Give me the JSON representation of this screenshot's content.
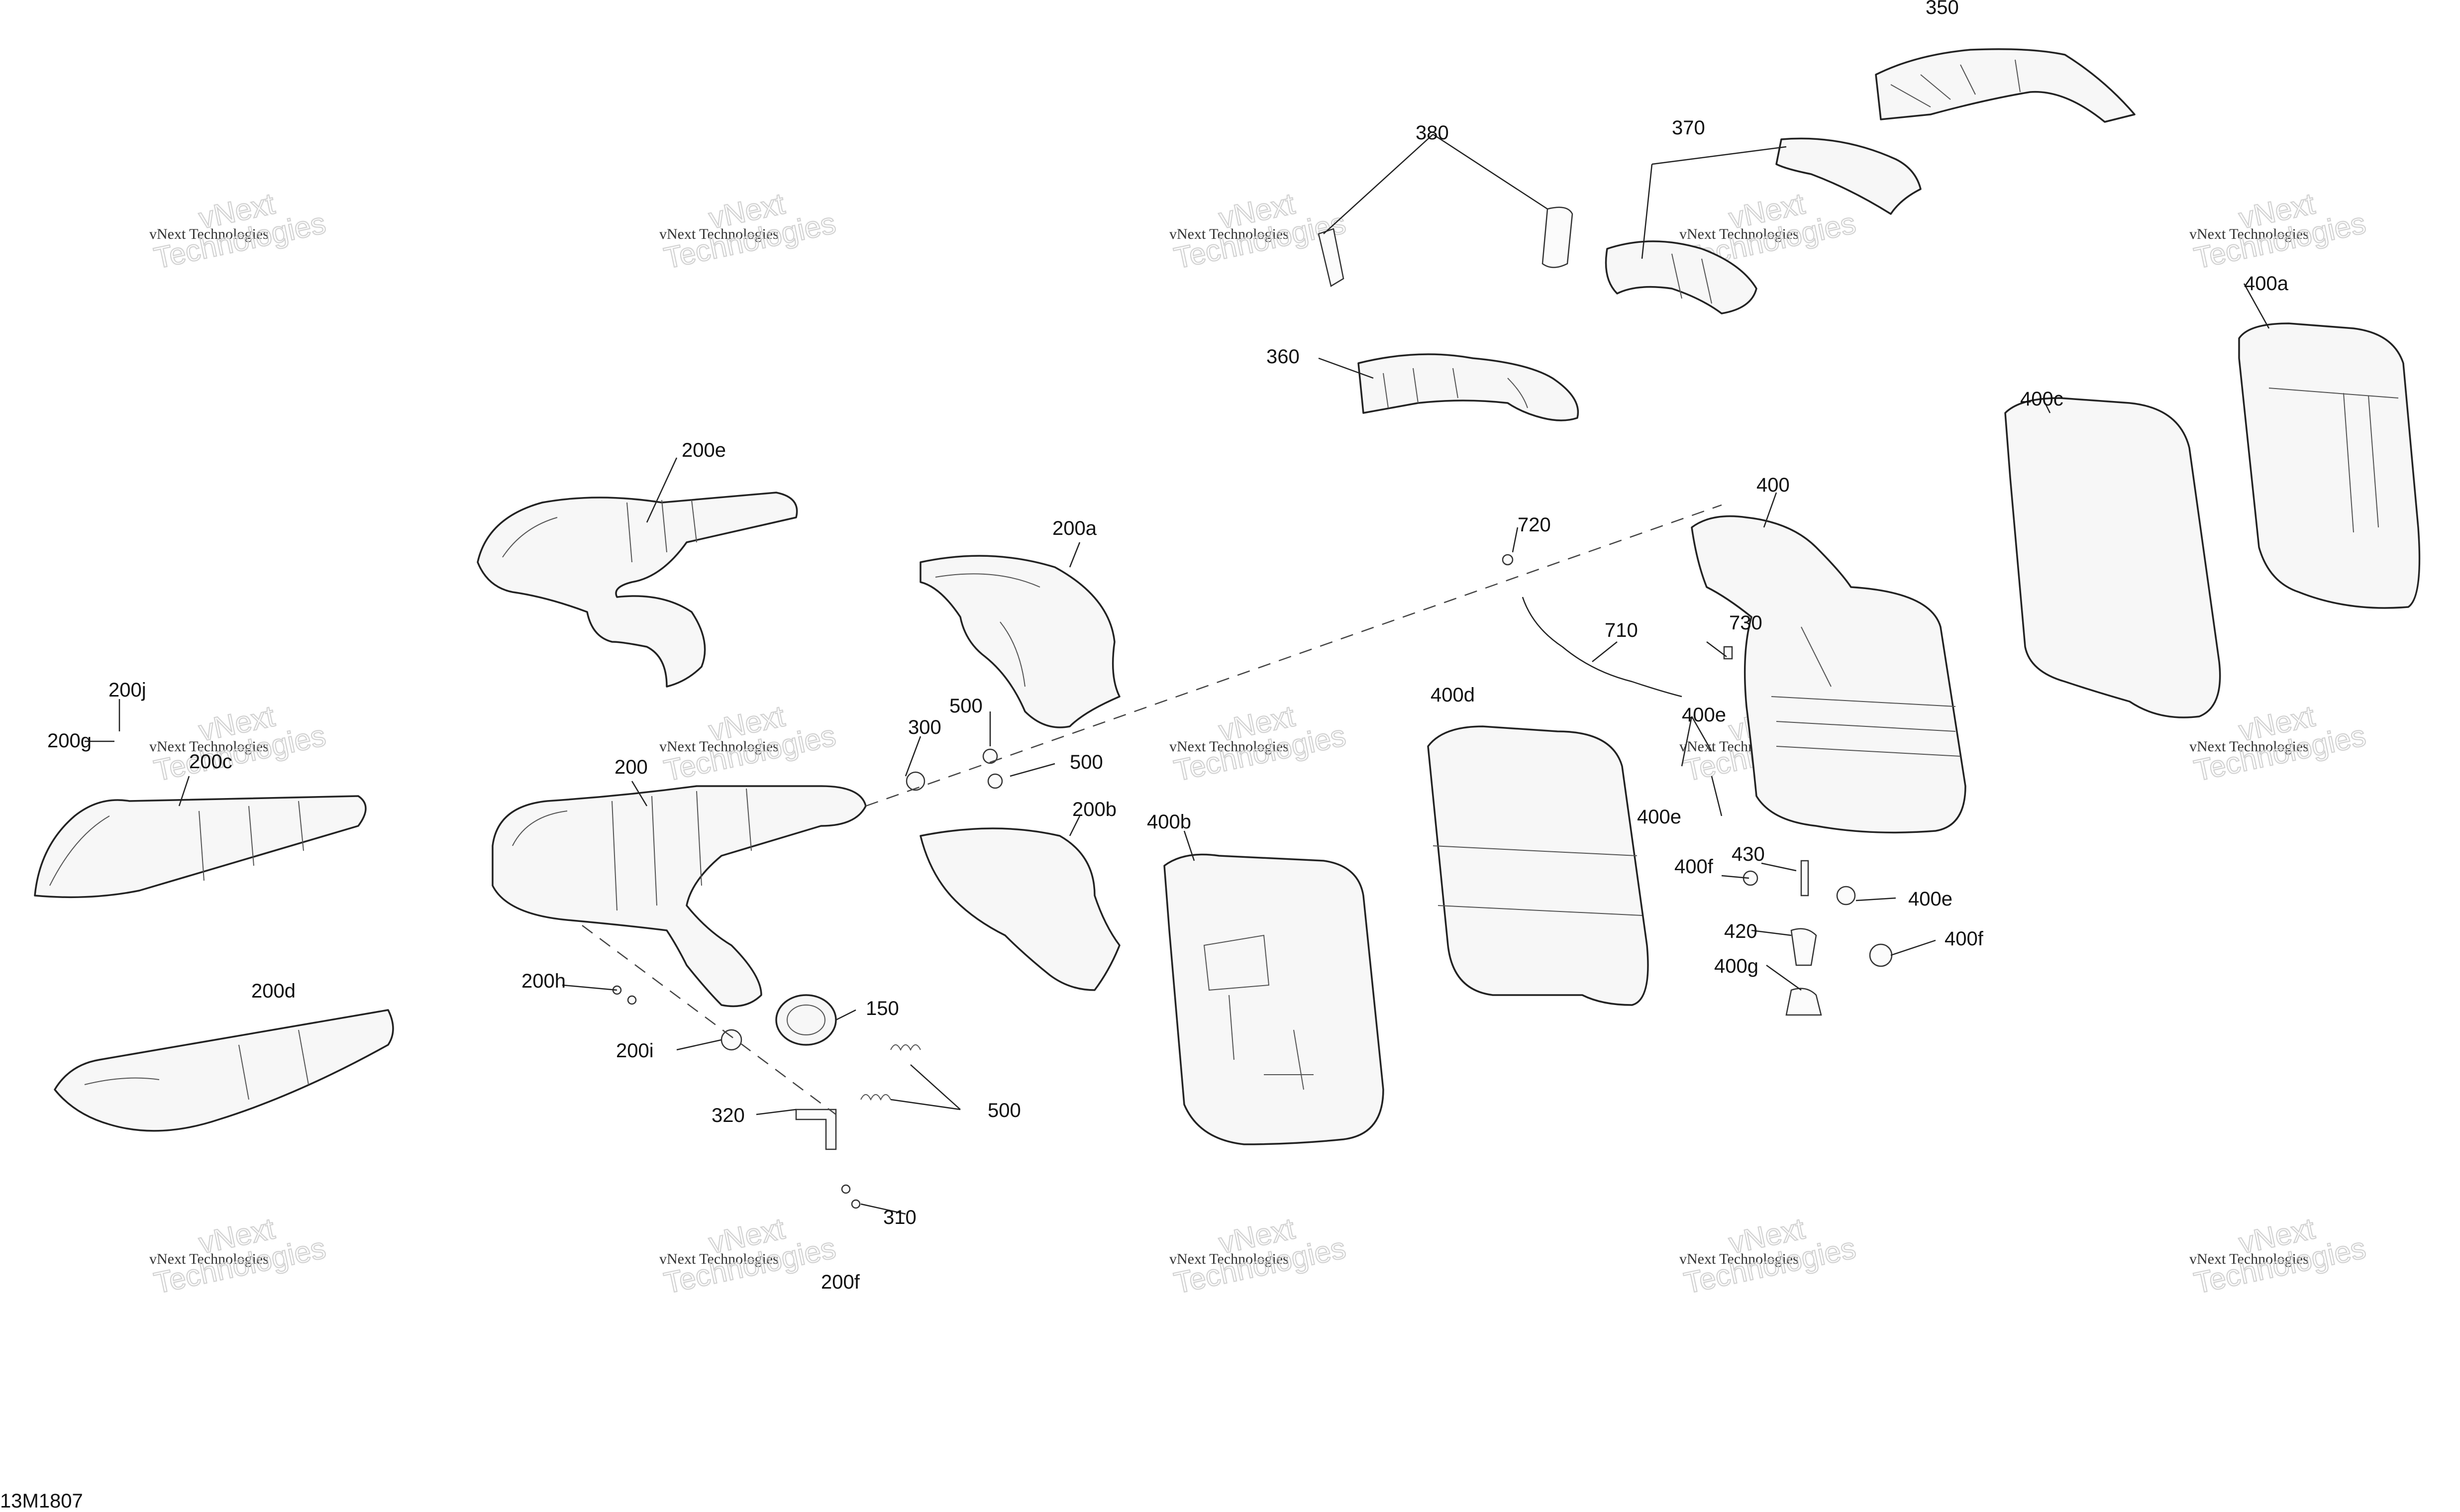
{
  "document_id": "13M1807",
  "watermark": {
    "line1": "vNext Technologies",
    "line2": "Technologies",
    "big_word": "vNext"
  },
  "callouts": [
    "350",
    "380",
    "370",
    "360",
    "400a",
    "400c",
    "200e",
    "200a",
    "720",
    "400",
    "710",
    "730",
    "200j",
    "200g",
    "200c",
    "300",
    "500",
    "500",
    "400e",
    "400d",
    "200",
    "200b",
    "400b",
    "400e",
    "430",
    "400f",
    "400e",
    "420",
    "400f",
    "400g",
    "200h",
    "150",
    "200i",
    "200d",
    "320",
    "500",
    "310",
    "200f"
  ],
  "colors": {
    "line": "#222222",
    "part_fill": "#f7f7f7",
    "watermark": "#d2d2d2"
  }
}
